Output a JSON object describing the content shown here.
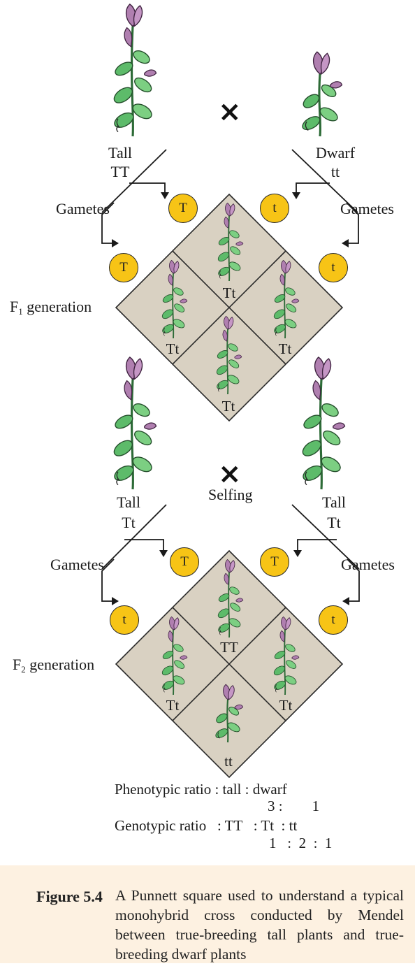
{
  "parents": {
    "left": {
      "phenotype": "Tall",
      "genotype": "TT"
    },
    "right": {
      "phenotype": "Dwarf",
      "genotype": "tt"
    }
  },
  "cross_symbol": "×",
  "gametes_label": "Gametes",
  "f1": {
    "label_prefix": "F",
    "label_sub": "1",
    "label_suffix": " generation",
    "gametes": [
      "T",
      "T",
      "t",
      "t"
    ],
    "cells": [
      "Tt",
      "Tt",
      "Tt",
      "Tt"
    ]
  },
  "selfing": {
    "label": "Selfing",
    "left": {
      "phenotype": "Tall",
      "genotype": "Tt"
    },
    "right": {
      "phenotype": "Tall",
      "genotype": "Tt"
    }
  },
  "f2": {
    "label_prefix": "F",
    "label_sub": "2",
    "label_suffix": " generation",
    "gametes": [
      "T",
      "t",
      "T",
      "t"
    ],
    "cells": [
      "TT",
      "Tt",
      "Tt",
      "tt"
    ]
  },
  "ratios": {
    "phenotypic_label": "Phenotypic ratio : tall : dwarf",
    "phenotypic_values": "3 :        1",
    "genotypic_label": "Genotypic ratio   : TT   : Tt  : tt",
    "genotypic_values": "1   :  2  :  1"
  },
  "caption": {
    "number": "Figure 5.4",
    "text": "A Punnett square used to understand a typical monohybrid cross conducted by Mendel between true-breeding tall plants and true-breeding dwarf plants"
  },
  "colors": {
    "square_fill": "#d9d1c2",
    "gamete_fill": "#f7c416",
    "flower": "#b07fb0",
    "leaf": "#5dbb6a",
    "caption_bg": "#fdf1e1"
  }
}
